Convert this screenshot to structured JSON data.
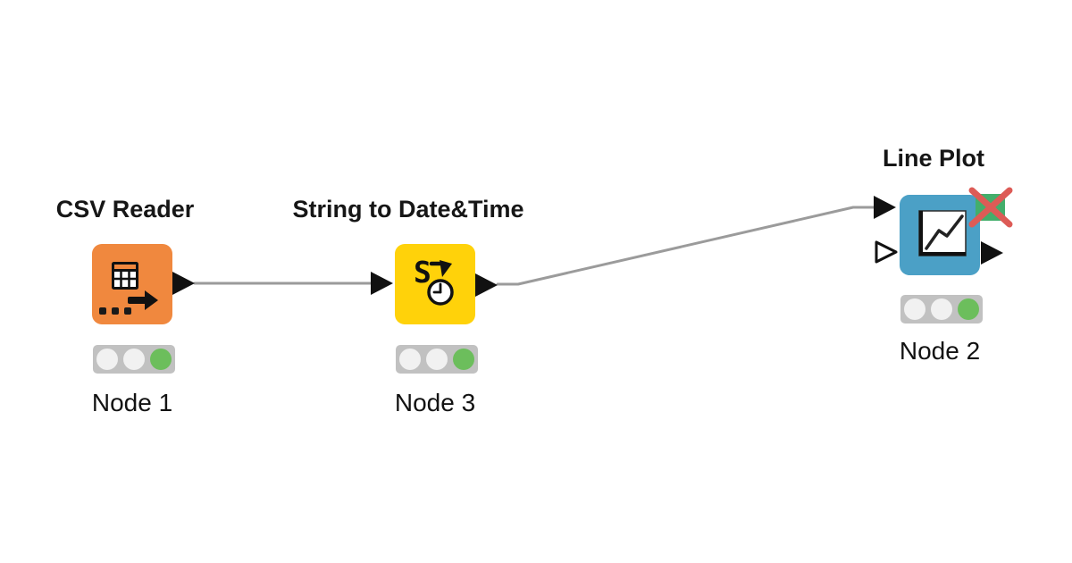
{
  "workflow": {
    "background": "#ffffff",
    "nodes": [
      {
        "title": "CSV Reader",
        "label": "Node 1",
        "color": "#f0883e",
        "icon": "table-reader-icon",
        "status_lights": [
          "off",
          "off",
          "green"
        ],
        "input_ports": [],
        "output_ports": [
          "filled"
        ]
      },
      {
        "title": "String to Date&Time",
        "label": "Node 3",
        "color": "#ffd20a",
        "icon": "string-to-datetime-icon",
        "status_lights": [
          "off",
          "off",
          "green"
        ],
        "input_ports": [
          "filled"
        ],
        "output_ports": [
          "filled"
        ]
      },
      {
        "title": "Line Plot",
        "label": "Node 2",
        "color": "#4ba0c6",
        "icon": "line-chart-icon",
        "badge": {
          "shape": "green-square-red-x",
          "green": "#43ae6b",
          "red": "#dd5b56"
        },
        "status_lights": [
          "off",
          "off",
          "green"
        ],
        "input_ports": [
          "filled",
          "hollow"
        ],
        "output_ports": [
          "filled"
        ]
      }
    ],
    "connections": [
      {
        "from": "CSV Reader",
        "to": "String to Date&Time"
      },
      {
        "from": "String to Date&Time",
        "to": "Line Plot"
      }
    ],
    "colors": {
      "connection_gray": "#9b9b9b",
      "port_black": "#111111",
      "status_bar_gray": "#c1c1c1",
      "status_off_white": "#f1f1f1",
      "status_on_green": "#6cbe5c",
      "badge_green": "#43ae6b",
      "badge_red": "#dd5b56",
      "text_black": "#121212",
      "node_orange": "#f0883e",
      "node_yellow": "#ffd20a",
      "node_blue": "#4ba0c6"
    }
  }
}
